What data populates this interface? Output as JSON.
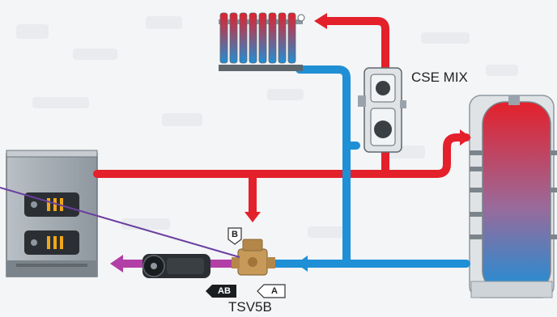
{
  "labels": {
    "cse_mix": "CSE MIX",
    "tsv5b": "TSV5B",
    "port_b": "B",
    "port_a": "A",
    "port_ab": "AB"
  },
  "colors": {
    "hot": "#e4202b",
    "cold": "#1f8fd6",
    "mixed": "#b23fa6",
    "connector": "#6a3fa0",
    "valve_brass": "#c79a5a",
    "boiler": "#9aa3ab"
  },
  "icons": {
    "radiator": "radiator-icon",
    "boiler": "boiler-icon",
    "tank": "storage-tank-icon",
    "pump": "circulator-pump-icon",
    "valve": "thermostatic-valve-icon"
  }
}
